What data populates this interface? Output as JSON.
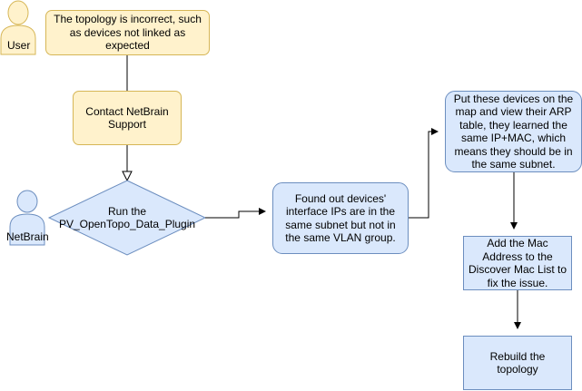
{
  "actors": {
    "user": {
      "label": "User"
    },
    "netbrain": {
      "label": "NetBrain"
    }
  },
  "nodes": {
    "problem": {
      "text": "The topology is incorrect, such as devices not linked as expected"
    },
    "contact": {
      "text": "Contact NetBrain Support"
    },
    "run_plugin": {
      "text": "Run the PV_OpenTopo_Data_Plugin"
    },
    "found_out": {
      "text": "Found out devices' interface IPs are in the same subnet but not in the same VLAN group."
    },
    "put_devices": {
      "text": "Put these devices on the map and view their ARP table, they learned the same IP+MAC, which means they should be in the same subnet."
    },
    "add_mac": {
      "text": "Add the Mac Address to the Discover Mac List to fix the issue."
    },
    "rebuild": {
      "text": "Rebuild the topology"
    }
  },
  "colors": {
    "yellow_fill": "#fff2cc",
    "yellow_stroke": "#d6b656",
    "blue_fill": "#dae8fc",
    "blue_stroke": "#6c8ebf",
    "line": "#000000"
  }
}
